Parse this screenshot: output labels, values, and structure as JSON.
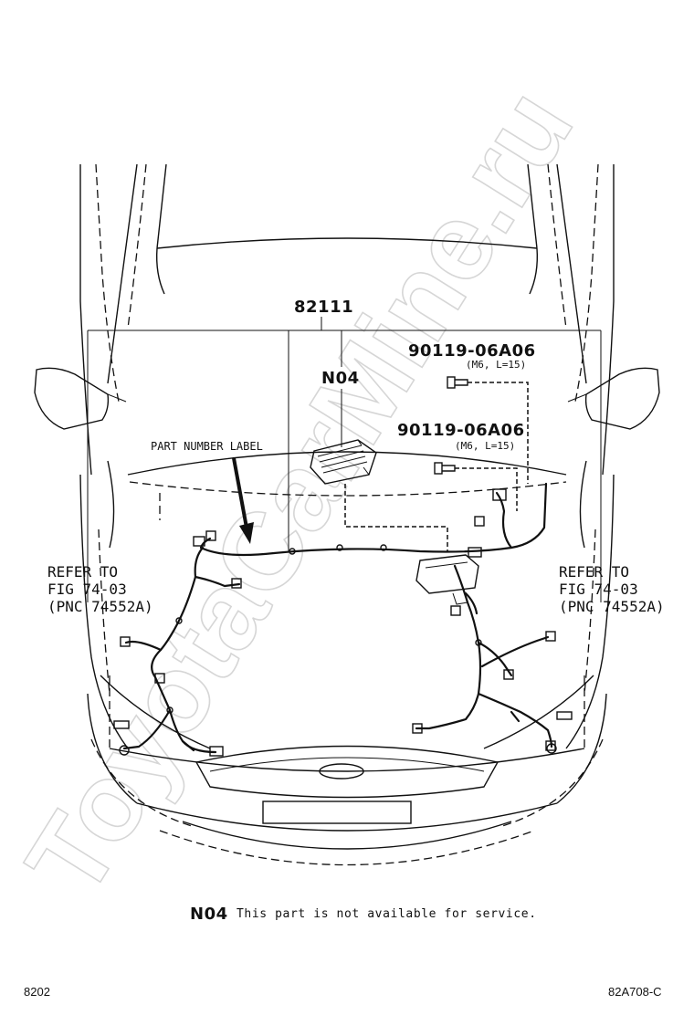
{
  "watermark": "ToyotaCarMine.ru",
  "callouts": {
    "assembly_part": "82111",
    "component": "N04",
    "bolt_upper_part": "90119-06A06",
    "bolt_upper_spec": "(M6, L=15)",
    "bolt_lower_part": "90119-06A06",
    "bolt_lower_spec": "(M6, L=15)",
    "part_number_label": "PART NUMBER LABEL"
  },
  "refer_left": {
    "line1": "REFER TO",
    "line2": "FIG 74-03",
    "line3": "(PNC 74552A)"
  },
  "refer_right": {
    "line1": "REFER TO",
    "line2": "FIG 74-03",
    "line3": "(PNC 74552A)"
  },
  "note": {
    "code": "N04",
    "text": "This part is not available for service."
  },
  "footer": {
    "page_code": "8202",
    "figure_code": "82A708-C"
  }
}
